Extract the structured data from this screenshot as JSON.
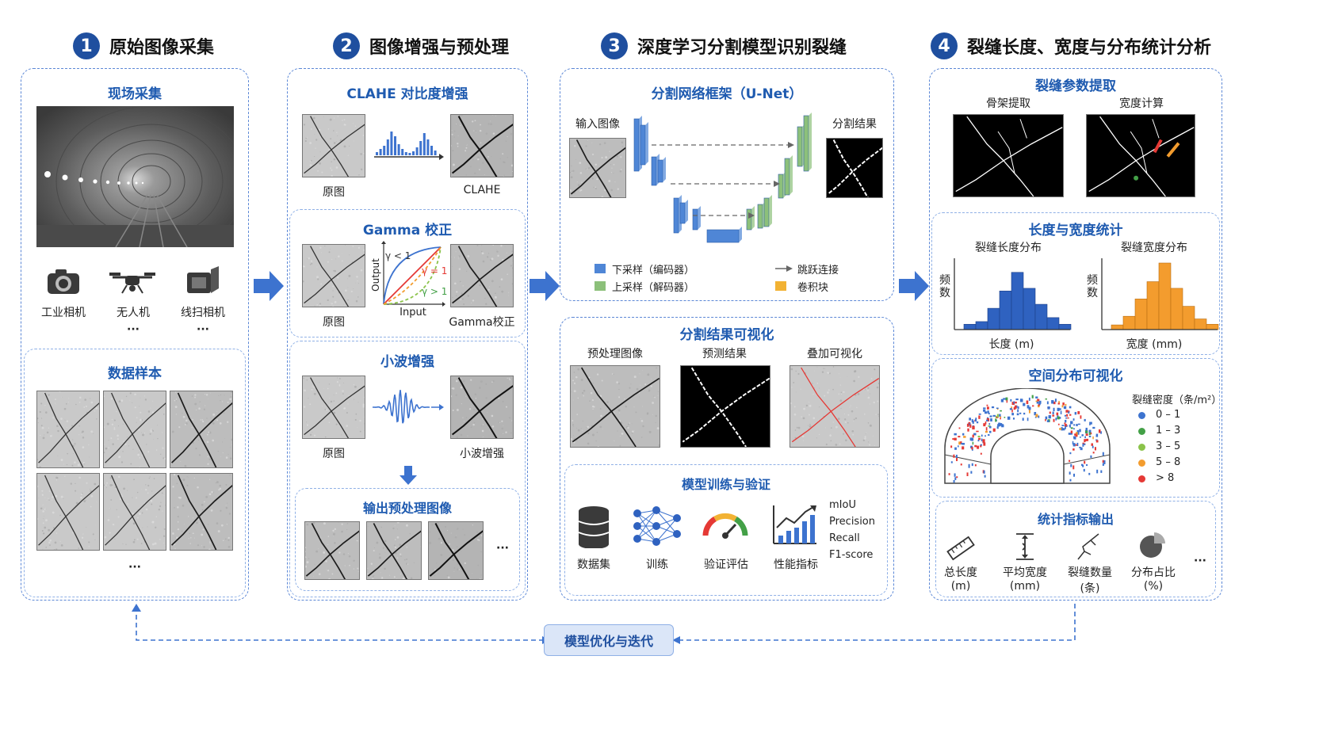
{
  "steps": [
    {
      "num": "1",
      "title": "原始图像采集"
    },
    {
      "num": "2",
      "title": "图像增强与预处理"
    },
    {
      "num": "3",
      "title": "深度学习分割模型识别裂缝"
    },
    {
      "num": "4",
      "title": "裂缝长度、宽度与分布统计分析"
    }
  ],
  "col1": {
    "field_title": "现场采集",
    "devices": [
      "工业相机",
      "无人机",
      "线扫相机"
    ],
    "ellipsis": "···",
    "samples_title": "数据样本"
  },
  "col2": {
    "clahe_title": "CLAHE 对比度增强",
    "original": "原图",
    "clahe_out": "CLAHE",
    "gamma_title": "Gamma 校正",
    "gamma_out": "Gamma校正",
    "gamma_axis_x": "Input",
    "gamma_axis_y": "Output",
    "gamma_lt": "γ < 1",
    "gamma_eq": "γ = 1",
    "gamma_gt": "γ > 1",
    "wavelet_title": "小波增强",
    "wavelet_out": "小波增强",
    "output_title": "输出预处理图像"
  },
  "col3": {
    "unet_title": "分割网络框架（U-Net）",
    "input_img": "输入图像",
    "seg_result": "分割结果",
    "legend": [
      "下采样（编码器）",
      "上采样（解码器）",
      "跳跃连接",
      "卷积块"
    ],
    "colors": {
      "down": "#4f86d6",
      "up": "#8cc07a",
      "conv": "#f2b233"
    },
    "vis_title": "分割结果可视化",
    "vis_labels": [
      "预处理图像",
      "预测结果",
      "叠加可视化"
    ],
    "train_title": "模型训练与验证",
    "train_items": [
      "数据集",
      "训练",
      "验证评估",
      "性能指标"
    ],
    "metrics": [
      "mIoU",
      "Precision",
      "Recall",
      "F1-score"
    ]
  },
  "col4": {
    "param_title": "裂缝参数提取",
    "skeleton": "骨架提取",
    "width_calc": "宽度计算",
    "stat_title": "长度与宽度统计",
    "len_dist": "裂缝长度分布",
    "wid_dist": "裂缝宽度分布",
    "freq": "频数",
    "len_axis": "长度 (m)",
    "wid_axis": "宽度 (mm)",
    "len_hist": [
      0.08,
      0.12,
      0.32,
      0.58,
      0.86,
      0.62,
      0.38,
      0.18,
      0.08
    ],
    "wid_hist": [
      0.07,
      0.2,
      0.46,
      0.72,
      1.0,
      0.62,
      0.35,
      0.16,
      0.08
    ],
    "spatial_title": "空间分布可视化",
    "density_title": "裂缝密度（条/m²）",
    "density_legend": [
      {
        "label": "0 – 1",
        "color": "#3d73cf"
      },
      {
        "label": "1 – 3",
        "color": "#43a047"
      },
      {
        "label": "3 – 5",
        "color": "#8bc34a"
      },
      {
        "label": "5 – 8",
        "color": "#f39c2e"
      },
      {
        "label": "> 8",
        "color": "#e53935"
      }
    ],
    "output_title": "统计指标输出",
    "outputs": [
      {
        "name": "总长度",
        "unit": "(m)"
      },
      {
        "name": "平均宽度",
        "unit": "(mm)"
      },
      {
        "name": "裂缝数量",
        "unit": "(条)"
      },
      {
        "name": "分布占比",
        "unit": "(%)"
      }
    ]
  },
  "feedback": "模型优化与迭代"
}
